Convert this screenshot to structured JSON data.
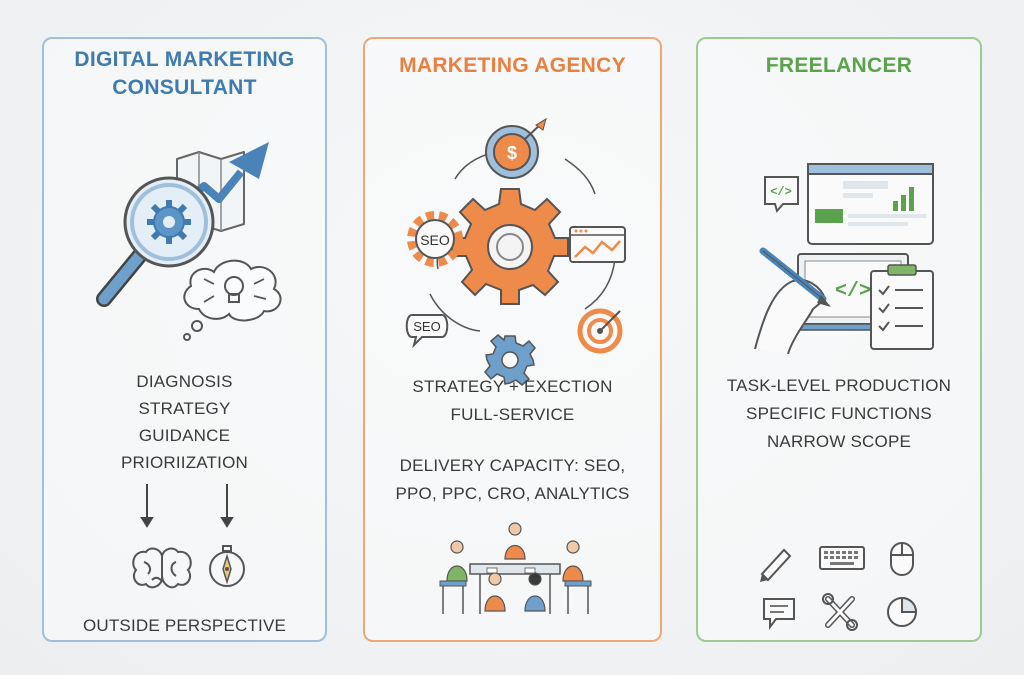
{
  "consultant": {
    "title_line1": "DIGITAL MARKETING",
    "title_line2": "CONSULTANT",
    "items": [
      "DIAGNOSIS",
      "STRATEGY",
      "GUIDANCE",
      "PRIORIIZATION"
    ],
    "footer": "OUTSIDE PERSPECTIVE",
    "icons": [
      "magnifier-gear-icon",
      "growth-chart-icon",
      "lightbulb-thought-icon",
      "brain-icon",
      "compass-icon"
    ]
  },
  "agency": {
    "title": "MARKETING AGENCY",
    "items": [
      "STRATEGY + EXECTION",
      "FULL-SERVICE"
    ],
    "delivery_line1": "DELIVERY CAPACITY: SEO,",
    "delivery_line2": "PPO, PPC, CRO, ANALYTICS",
    "seo_gear_label": "SEO",
    "seo_bubble_label": "SEO",
    "icons": [
      "gear-cycle-icon",
      "target-icon",
      "dollar-target-icon",
      "team-meeting-icon"
    ]
  },
  "freelancer": {
    "title": "FREELANCER",
    "items": [
      "TASK-LEVEL PRODUCTION",
      "SPECIFIC FUNCTIONS",
      "NARROW SCOPE"
    ],
    "code_label": "</>",
    "tool_icons": [
      "pencil-icon",
      "keyboard-icon",
      "mouse-icon",
      "speech-bubble-icon",
      "wrench-icon",
      "pie-chart-icon"
    ]
  },
  "colors": {
    "consultant": "#3f7bb0",
    "agency": "#ea8040",
    "freelancer": "#5aa24b"
  }
}
